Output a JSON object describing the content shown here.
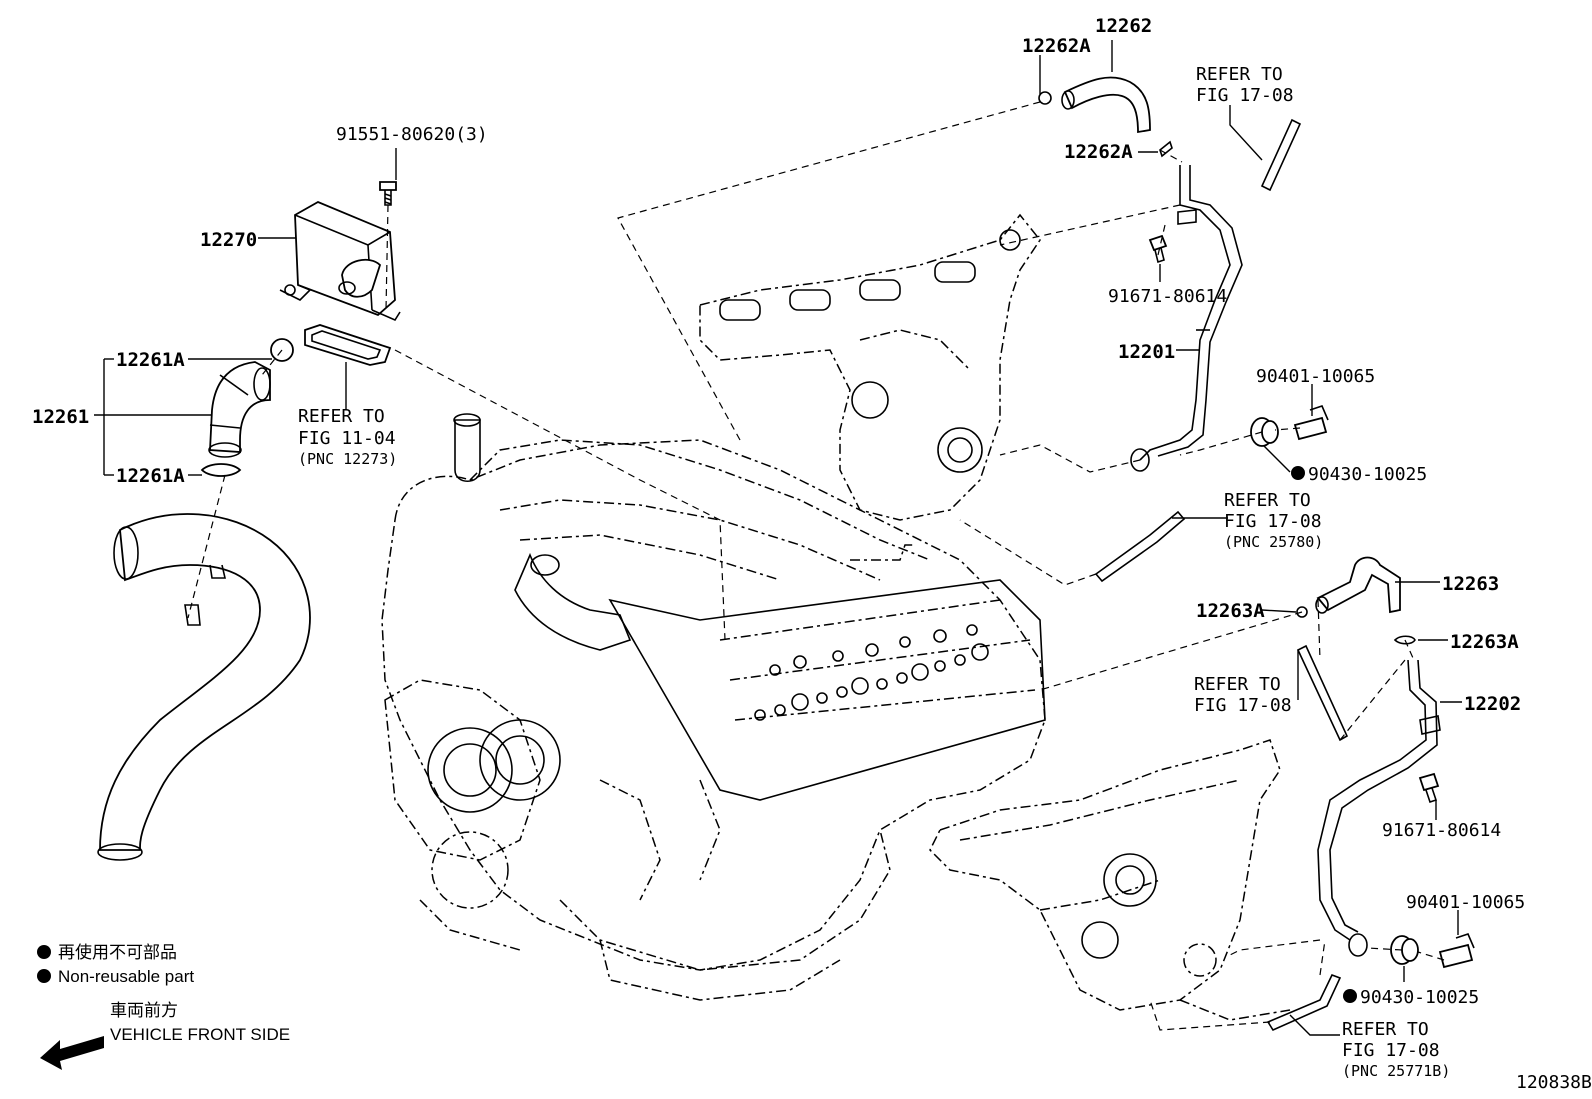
{
  "callouts": {
    "c12262": "12262",
    "c12262a_top": "12262A",
    "c12262a_mid": "12262A",
    "refer_17_08_top_1": "REFER TO",
    "refer_17_08_top_2": "FIG 17-08",
    "c91551": "91551-80620(3)",
    "c12270": "12270",
    "c91671_top": "91671-80614",
    "c12201": "12201",
    "c12261a_top": "12261A",
    "c12261": "12261",
    "c12261a_bot": "12261A",
    "refer_11_04_1": "REFER TO",
    "refer_11_04_2": "FIG 11-04",
    "refer_11_04_3": "(PNC 12273)",
    "c90401_top": "90401-10065",
    "c90430_top": "90430-10025",
    "refer_17_08_mid_1": "REFER TO",
    "refer_17_08_mid_2": "FIG 17-08",
    "refer_17_08_mid_3": "(PNC 25780)",
    "c12263": "12263",
    "c12263a_left": "12263A",
    "c12263a_right": "12263A",
    "refer_17_08_low_1": "REFER TO",
    "refer_17_08_low_2": "FIG 17-08",
    "c12202": "12202",
    "c91671_bot": "91671-80614",
    "c90401_bot": "90401-10065",
    "c90430_bot": "90430-10025",
    "refer_17_08_bot_1": "REFER TO",
    "refer_17_08_bot_2": "FIG 17-08",
    "refer_17_08_bot_3": "(PNC 25771B)"
  },
  "legend": {
    "non_reusable_jp": "再使用不可部品",
    "non_reusable_en": "Non-reusable part",
    "front_jp": "車両前方",
    "front_en": "VEHICLE FRONT SIDE"
  },
  "figure_code": "120838B"
}
